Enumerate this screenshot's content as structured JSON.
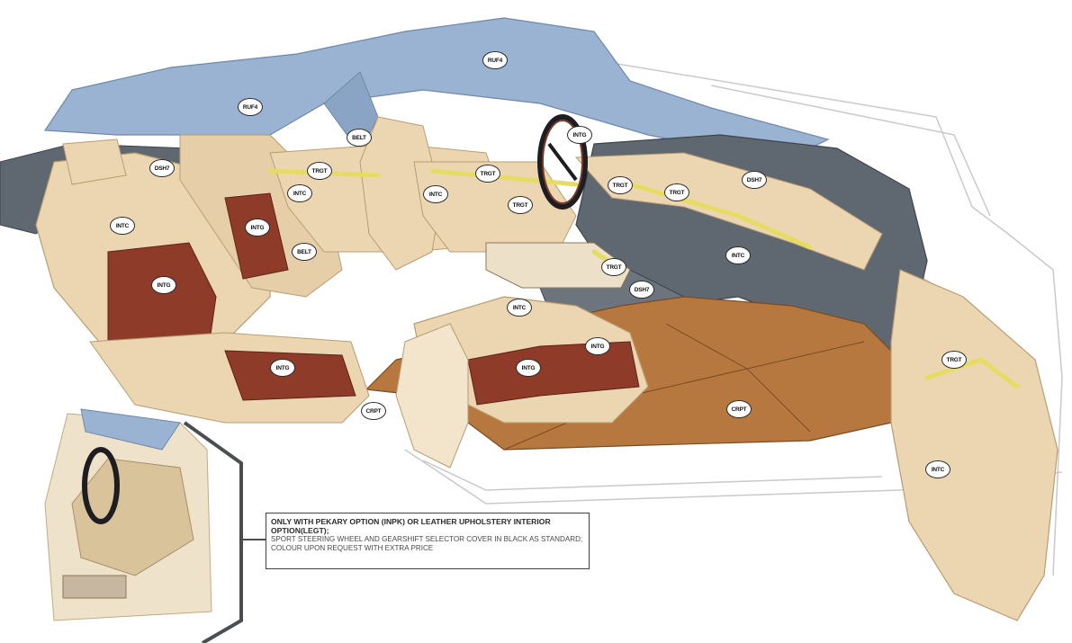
{
  "callouts": [
    {
      "id": "ruf4-top",
      "label": "RUF4"
    },
    {
      "id": "ruf4-left",
      "label": "RUF4"
    },
    {
      "id": "belt-rear",
      "label": "BELT"
    },
    {
      "id": "intg-steering",
      "label": "INTG"
    },
    {
      "id": "dsh7-rear",
      "label": "DSH7"
    },
    {
      "id": "trgt-rear",
      "label": "TRGT"
    },
    {
      "id": "trgt-front-door",
      "label": "TRGT"
    },
    {
      "id": "trgt-dash-center",
      "label": "TRGT"
    },
    {
      "id": "trgt-dash-right",
      "label": "TRGT"
    },
    {
      "id": "dsh7-dash",
      "label": "DSH7"
    },
    {
      "id": "intc-rear-panel",
      "label": "INTC"
    },
    {
      "id": "intc-front-door",
      "label": "INTC"
    },
    {
      "id": "trgt-console",
      "label": "TRGT"
    },
    {
      "id": "intc-rear-left",
      "label": "INTC"
    },
    {
      "id": "intg-rear-seat-back",
      "label": "INTG"
    },
    {
      "id": "belt-rear-seat",
      "label": "BELT"
    },
    {
      "id": "intc-dash",
      "label": "INTC"
    },
    {
      "id": "trgt-tunnel",
      "label": "TRGT"
    },
    {
      "id": "intg-rear-cushion",
      "label": "INTG"
    },
    {
      "id": "dsh7-tunnel",
      "label": "DSH7"
    },
    {
      "id": "intc-front-seat",
      "label": "INTC"
    },
    {
      "id": "intg-front-seat-side",
      "label": "INTG"
    },
    {
      "id": "intg-rear-seat-base",
      "label": "INTG"
    },
    {
      "id": "intg-front-seat-cushion",
      "label": "INTG"
    },
    {
      "id": "trgt-door-right",
      "label": "TRGT"
    },
    {
      "id": "crpt-front",
      "label": "CRPT"
    },
    {
      "id": "crpt-rear",
      "label": "CRPT"
    },
    {
      "id": "intc-door-right",
      "label": "INTC"
    }
  ],
  "note": {
    "title": "ONLY WITH PEKARY OPTION (INPK) OR LEATHER UPHOLSTERY INTERIOR OPTION(LEGT);",
    "body": "SPORT STEERING WHEEL AND GEARSHIFT SELECTOR COVER IN BLACK AS STANDARD; COLOUR UPON REQUEST WITH EXTRA PRICE"
  },
  "colors": {
    "roof": "#9ab3d3",
    "leather_cream": "#ecd6b1",
    "leather_red": "#8e3b2a",
    "carpet": "#b7783f",
    "dashboard": "#5f6871",
    "trim_yellow": "#e6dc63",
    "steering_black": "#1e1e22"
  }
}
